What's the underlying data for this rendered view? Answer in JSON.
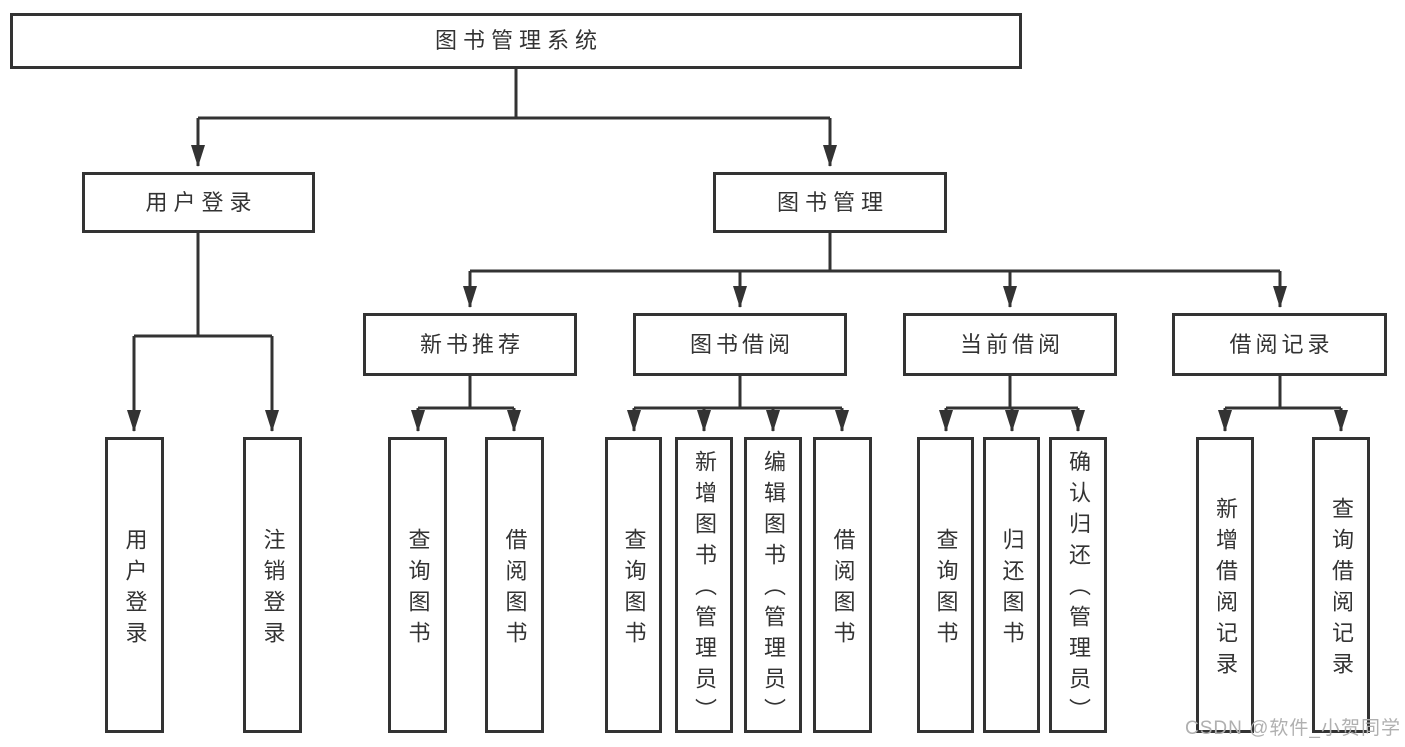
{
  "diagram": {
    "type": "functional-structure-tree",
    "tree": {
      "label": "图书管理系统",
      "children": [
        {
          "label": "用户登录",
          "children": [
            {
              "label": "用户登录"
            },
            {
              "label": "注销登录"
            }
          ]
        },
        {
          "label": "图书管理",
          "children": [
            {
              "label": "新书推荐",
              "children": [
                {
                  "label": "查询图书"
                },
                {
                  "label": "借阅图书"
                }
              ]
            },
            {
              "label": "图书借阅",
              "children": [
                {
                  "label": "查询图书"
                },
                {
                  "label": "新增图书（管理员）"
                },
                {
                  "label": "编辑图书（管理员）"
                },
                {
                  "label": "借阅图书"
                }
              ]
            },
            {
              "label": "当前借阅",
              "children": [
                {
                  "label": "查询图书"
                },
                {
                  "label": "归还图书"
                },
                {
                  "label": "确认归还（管理员）"
                }
              ]
            },
            {
              "label": "借阅记录",
              "children": [
                {
                  "label": "新增借阅记录"
                },
                {
                  "label": "查询借阅记录"
                }
              ]
            }
          ]
        }
      ]
    },
    "colors": {
      "line": "#333333",
      "box_border": "#333333",
      "box_fill": "#ffffff",
      "text": "#333333",
      "watermark": "#b0b0b0",
      "background": "#ffffff"
    }
  },
  "watermark": "CSDN @软件_小贺同学"
}
